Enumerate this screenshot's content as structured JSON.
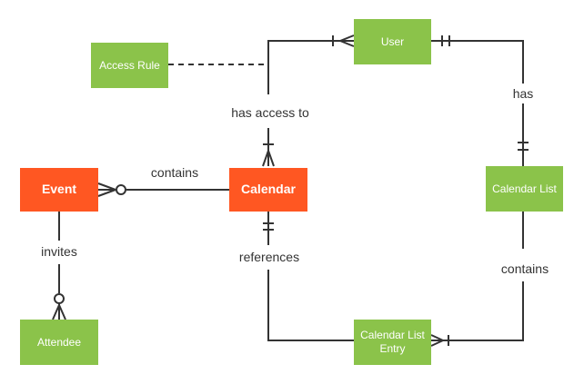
{
  "diagram": {
    "type": "entity-relationship",
    "entities": [
      {
        "id": "access-rule",
        "label": "Access Rule",
        "color": "green"
      },
      {
        "id": "user",
        "label": "User",
        "color": "green"
      },
      {
        "id": "event",
        "label": "Event",
        "color": "orange"
      },
      {
        "id": "calendar",
        "label": "Calendar",
        "color": "orange"
      },
      {
        "id": "calendar-list",
        "label": "Calendar List",
        "color": "green"
      },
      {
        "id": "attendee",
        "label": "Attendee",
        "color": "green"
      },
      {
        "id": "calendar-list-entry",
        "label": "Calendar List Entry",
        "color": "green"
      }
    ],
    "relationships": [
      {
        "label": "has access to",
        "from": "User",
        "to": "Calendar",
        "from_marker": "one-or-many (tick + crow's foot)",
        "to_marker": "one-or-many (tick + crow's foot)",
        "style": "solid"
      },
      {
        "label": "",
        "from": "Access Rule",
        "to": "has access to",
        "from_marker": "none",
        "to_marker": "none",
        "style": "dashed"
      },
      {
        "label": "has",
        "from": "User",
        "to": "Calendar List",
        "from_marker": "one-and-only-one (double tick)",
        "to_marker": "one-and-only-one (double tick)",
        "style": "solid"
      },
      {
        "label": "contains",
        "from": "Calendar",
        "to": "Event",
        "from_marker": "none",
        "to_marker": "zero-or-many (circle + crow's foot)",
        "style": "solid"
      },
      {
        "label": "invites",
        "from": "Event",
        "to": "Attendee",
        "from_marker": "none",
        "to_marker": "zero-or-many (circle + crow's foot)",
        "style": "solid"
      },
      {
        "label": "references",
        "from": "Calendar",
        "to": "Calendar List Entry",
        "from_marker": "one-and-only-one (double tick)",
        "to_marker": "none",
        "style": "solid"
      },
      {
        "label": "contains",
        "from": "Calendar List",
        "to": "Calendar List Entry",
        "from_marker": "none",
        "to_marker": "one-or-many (tick + crow's foot)",
        "style": "solid"
      }
    ]
  },
  "colors": {
    "entity_green": "#8BC34A",
    "entity_orange": "#FF5722",
    "entity_text": "#FFFFFF",
    "line": "#333333",
    "label_text": "#333333",
    "background": "#FFFFFF"
  }
}
